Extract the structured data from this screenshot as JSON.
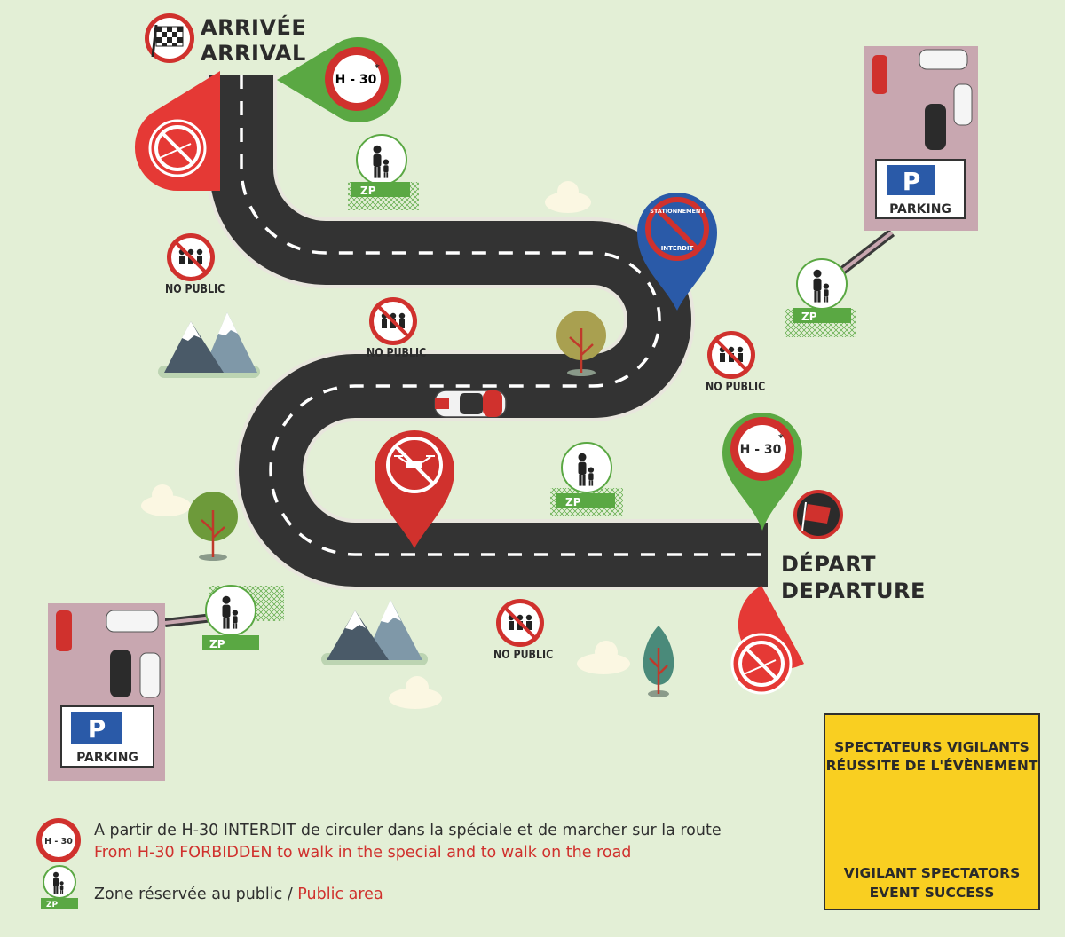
{
  "labels": {
    "arrival_fr": "ARRIVÉE",
    "arrival_en": "ARRIVAL",
    "departure_fr": "DÉPART",
    "departure_en": "DEPARTURE",
    "no_public": "NO PUBLIC",
    "parking": "PARKING",
    "zp": "ZP",
    "h30": "H - 30",
    "h30_star": "*",
    "stationnement": "STATIONNEMENT",
    "interdit": "INTERDIT"
  },
  "legend": {
    "h30_icon": "H - 30",
    "h30_fr": "A partir de H-30 INTERDIT de circuler dans la spéciale et de marcher sur la route",
    "h30_en": "From H-30 FORBIDDEN to walk in the special and to walk on the road",
    "zone_fr": "Zone réservée au public /",
    "zone_en": "Public area",
    "zp_icon": "ZP"
  },
  "vigilance": {
    "line1": "SPECTATEURS VIGILANTS",
    "line2": "RÉUSSITE DE L'ÉVÈNEMENT",
    "line3": "VIGILANT SPECTATORS",
    "line4": "EVENT SUCCESS"
  },
  "icons": [
    "checkered-flag-icon",
    "red-flag-icon",
    "no-spectator-line-icon",
    "no-drone-icon",
    "no-parking-pin-icon",
    "h30-speed-pin-icon",
    "no-public-icon",
    "public-zone-icon",
    "parking-icon",
    "eye-icon",
    "tree-icon",
    "mountain-icon",
    "cloud-icon",
    "rally-car-icon"
  ],
  "colors": {
    "background": "#e3efd6",
    "road": "#333333",
    "red": "#d0312d",
    "green": "#5aa843",
    "blue": "#2a5aa8",
    "yellow": "#f9cf21",
    "parking_lot": "#c8a7b0"
  }
}
